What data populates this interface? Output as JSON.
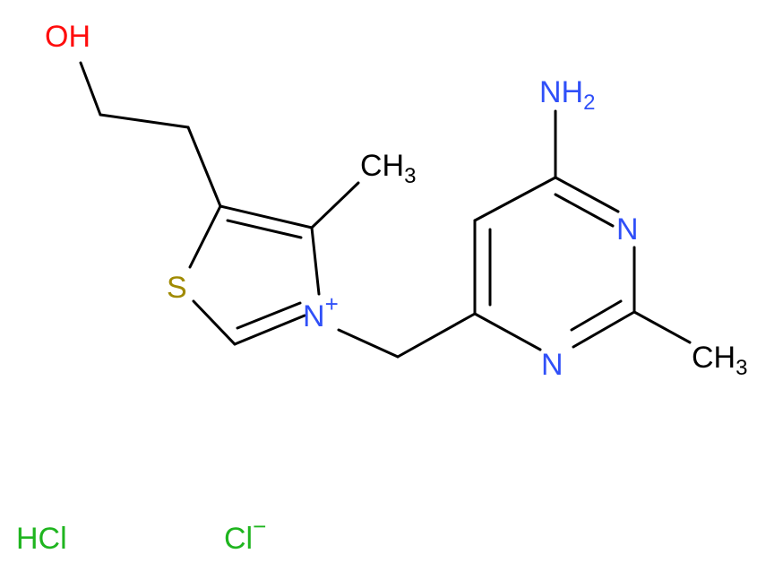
{
  "colors": {
    "background": "#ffffff",
    "bond": "#000000",
    "carbon": "#000000",
    "oxygen": "#ff0d0d",
    "nitrogen": "#3050f8",
    "sulfur": "#a08a00",
    "chlorine": "#1fb51f"
  },
  "labels": {
    "hydroxyl": "OH",
    "methyl_thiazole": {
      "main": "CH",
      "sub": "3"
    },
    "amino": {
      "main": "NH",
      "sub": "2"
    },
    "pyrimidine_n_upper": "N",
    "pyrimidine_n_lower": "N",
    "methyl_pyrimidine": {
      "main": "CH",
      "sub": "3"
    },
    "sulfur": "S",
    "thiazolium_n": {
      "main": "N",
      "charge": "+"
    },
    "hcl": "HCl",
    "chloride": {
      "main": "Cl",
      "charge": "−"
    }
  }
}
